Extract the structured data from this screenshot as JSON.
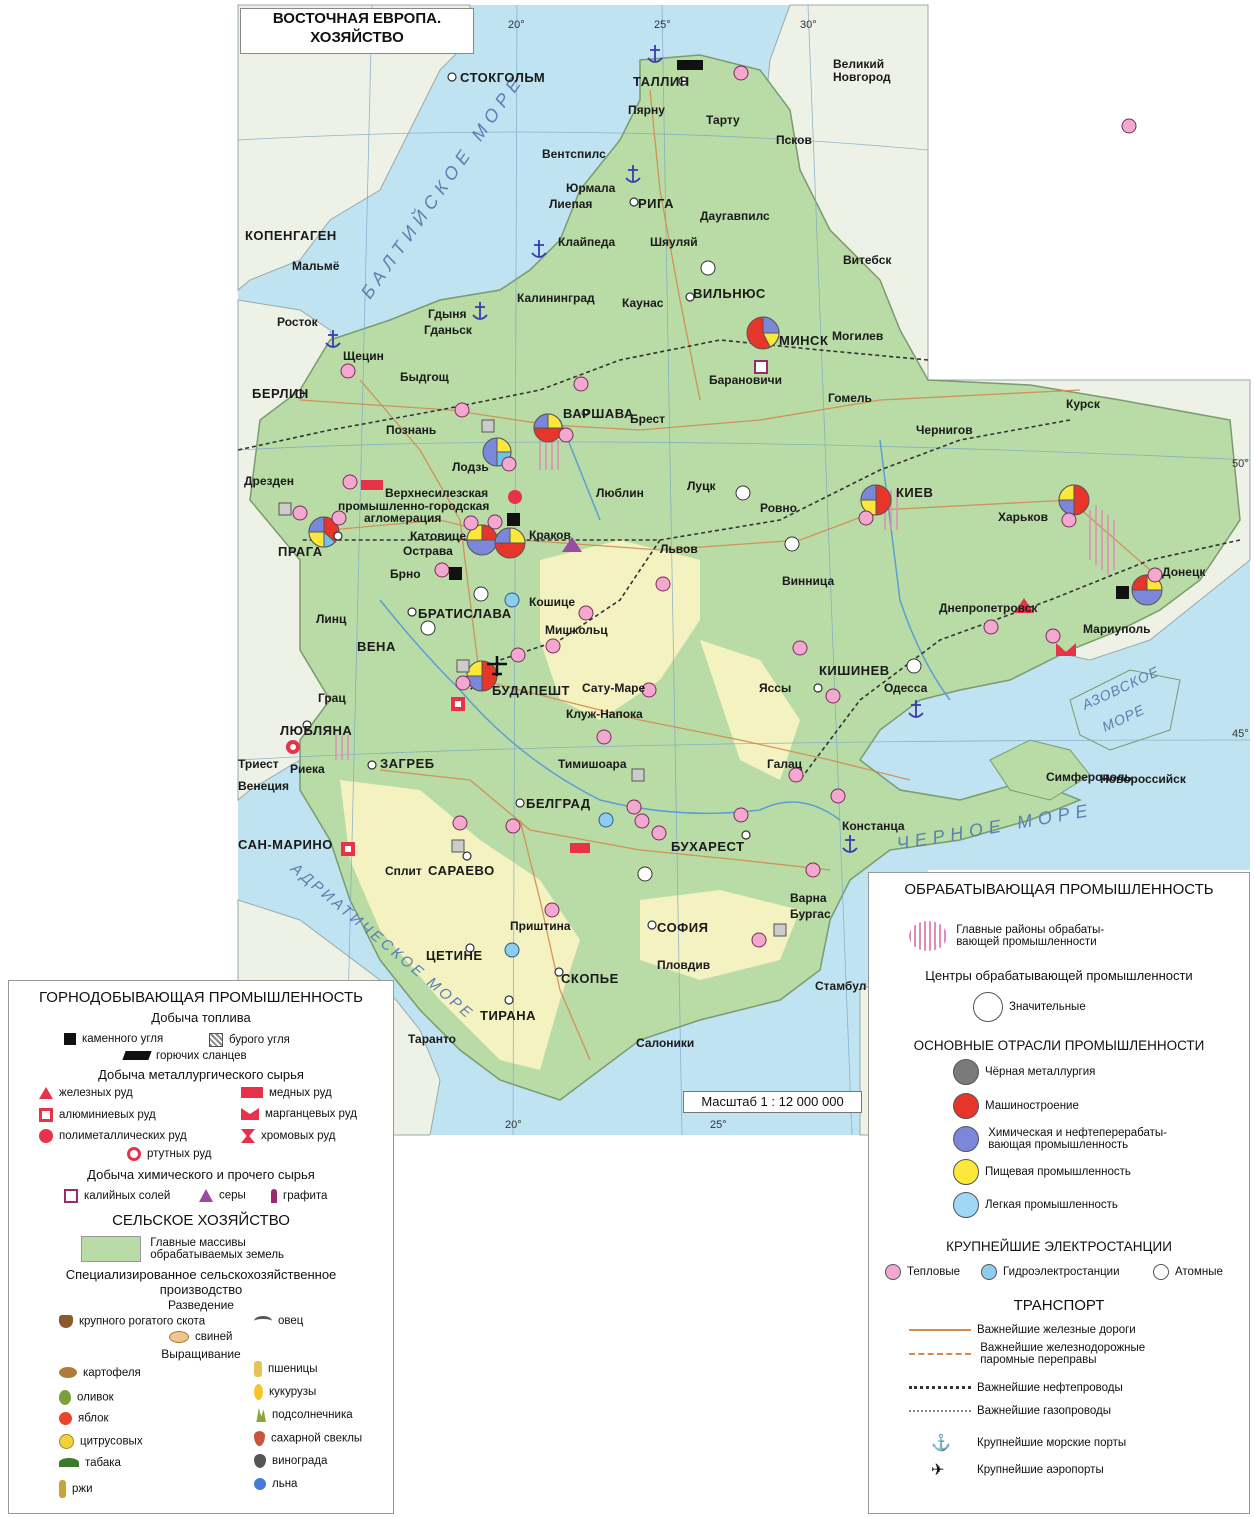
{
  "map": {
    "title_line1": "ВОСТОЧНАЯ ЕВРОПА.",
    "title_line2": "ХОЗЯЙСТВО",
    "scale": "Масштаб 1 : 12 000 000",
    "grid_labels": {
      "lon20_top": "20°",
      "lon25_top": "25°",
      "lon30_top": "30°",
      "lon20_bot": "20°",
      "lon25_bot": "25°",
      "lat50": "50°",
      "lat45": "45°"
    },
    "seas": {
      "baltic": "БАЛТИЙСКОЕ МОРЕ",
      "black": "ЧЕРНОЕ МОРЕ",
      "azov1": "АЗОВСКОЕ",
      "azov2": "МОРЕ",
      "adriatic": "АДРИАТИЧЕСКОЕ МОРЕ"
    },
    "cities": {
      "stockholm": "СТОКГОЛЬМ",
      "tallinn": "ТАЛЛИН",
      "pyarnu": "Пярну",
      "tartu": "Тарту",
      "pskov": "Псков",
      "v_novgorod1": "Великий",
      "v_novgorod2": "Новгород",
      "ventspils": "Вентспилс",
      "yurmala": "Юрмала",
      "liepaya": "Лиепая",
      "riga": "РИГА",
      "daugavpils": "Даугавпилс",
      "kopenhagen": "КОПЕНГАГЕН",
      "malmo": "Мальмё",
      "klaipeda": "Клайпеда",
      "shyaulyay": "Шяуляй",
      "vitebsk": "Витебск",
      "kaliningrad": "Калининград",
      "kaunas": "Каунас",
      "vilnius": "ВИЛЬНЮС",
      "rostok": "Росток",
      "gdynya": "Гдыня",
      "gdansk": "Гданьск",
      "minsk": "МИНСК",
      "mogilev": "Могилев",
      "shchetsin": "Щецин",
      "bydgosch": "Быдгощ",
      "baranovichi": "Барановичи",
      "berlin": "БЕРЛИН",
      "poznan": "Познань",
      "varshava": "ВАРШАВА",
      "brest": "Брест",
      "gomel": "Гомель",
      "kursk": "Курск",
      "chernigov": "Чернигов",
      "lodz": "Лодзь",
      "drezden": "Дрезден",
      "v_silesia1": "Верхнесилезская",
      "v_silesia2": "промышленно-городская",
      "v_silesia3": "агломерация",
      "lyublin": "Люблин",
      "lutsk": "Луцк",
      "kiev": "КИЕВ",
      "kharkov": "Харьков",
      "praga": "ПРАГА",
      "katovice": "Катовице",
      "krakov": "Краков",
      "ostrava": "Острава",
      "lvov": "Львов",
      "rovno": "Ровно",
      "brno": "Брно",
      "vinnica": "Винница",
      "dnepropetrovsk": "Днепропетровск",
      "doneck": "Донецк",
      "linz": "Линц",
      "bratislava": "БРАТИСЛАВА",
      "koshice": "Кошице",
      "mishkolts": "Мишкольц",
      "mariupol": "Мариуполь",
      "vena": "ВЕНА",
      "kishinev": "КИШИНЕВ",
      "budapesht": "БУДАПЕШТ",
      "satu_mare": "Сату-Маре",
      "yassy": "Яссы",
      "odessa": "Одесса",
      "grats": "Грац",
      "klyuzh": "Клуж-Напока",
      "lyublyana": "ЛЮБЛЯНА",
      "trieste": "Триест",
      "rieka": "Риека",
      "zagreb": "ЗАГРЕБ",
      "timishoara": "Тимишоара",
      "galats": "Галац",
      "simferopol": "Симферополь",
      "novorossiysk": "Новороссийск",
      "venetsia": "Венеция",
      "belgrad": "БЕЛГРАД",
      "konstanta": "Констанца",
      "buharest": "БУХАРЕСТ",
      "san_marino": "САН-МАРИНО",
      "split": "Сплит",
      "saraevo": "САРАЕВО",
      "varna": "Варна",
      "burgas": "Бургас",
      "sofiya": "СОФИЯ",
      "prishtina": "Приштина",
      "cetine": "ЦЕТИНЕ",
      "skopye": "СКОПЬЕ",
      "plovdiv": "Пловдив",
      "stambul": "Стамбул",
      "tirana": "ТИРАНА",
      "taranto": "Таранто",
      "saloniki": "Салоники"
    },
    "colors": {
      "sea": "#bfe3f1",
      "land_other": "#eef1e6",
      "agri": "#b9dca7",
      "steppe": "#fbf4c4",
      "pipeline": "#333333",
      "rail": "#d28a4f"
    }
  },
  "legend_left": {
    "title": "ГОРНОДОБЫВАЮЩАЯ ПРОМЫШЛЕННОСТЬ",
    "fuel_title": "Добыча топлива",
    "coal": "каменного угля",
    "brown_coal": "бурого угля",
    "shale": "горючих сланцев",
    "metal_title": "Добыча металлургического сырья",
    "iron": "железных руд",
    "copper": "медных руд",
    "aluminum": "алюминиевых руд",
    "manganese": "марганцевых руд",
    "polymetal": "полиметаллических руд",
    "chrome": "хромовых руд",
    "mercury": "ртутных руд",
    "chem_title": "Добыча химического и прочего сырья",
    "potash": "калийных солей",
    "sulfur": "серы",
    "graphite": "графита",
    "agri_title": "СЕЛЬСКОЕ ХОЗЯЙСТВО",
    "agri_land1": "Главные массивы",
    "agri_land2": "обрабатываемых земель",
    "spec_title1": "Специализированное сельскохозяйственное",
    "spec_title2": "производство",
    "breeding": "Разведение",
    "cattle": "крупного рогатого скота",
    "sheep": "овец",
    "pigs": "свиней",
    "growing": "Выращивание",
    "crops_left": [
      "картофеля",
      "оливок",
      "яблок",
      "цитрусовых",
      "табака",
      "ржи"
    ],
    "crops_right": [
      "пшеницы",
      "кукурузы",
      "подсолнечника",
      "сахарной свеклы",
      "винограда",
      "льна"
    ]
  },
  "legend_right": {
    "title": "ОБРАБАТЫВАЮЩАЯ ПРОМЫШЛЕННОСТЬ",
    "regions1": "Главные районы обрабаты-",
    "regions2": "вающей промышленности",
    "centers_title": "Центры обрабатывающей промышленности",
    "significant": "Значительные",
    "branches_title": "ОСНОВНЫЕ ОТРАСЛИ ПРОМЫШЛЕННОСТИ",
    "ferrous": "Чёрная металлургия",
    "machine": "Машиностроение",
    "chem1": "Химическая и нефтеперерабаты-",
    "chem2": "вающая промышленность",
    "food": "Пищевая промышленность",
    "light": "Легкая промышленность",
    "power_title": "КРУПНЕЙШИЕ ЭЛЕКТРОСТАНЦИИ",
    "thermal": "Тепловые",
    "hydro": "Гидроэлектростанции",
    "nuclear": "Атомные",
    "transport_title": "ТРАНСПОРТ",
    "rail": "Важнейшие железные дороги",
    "ferry1": "Важнейшие железнодорожные",
    "ferry2": "паромные переправы",
    "oil": "Важнейшие нефтепроводы",
    "gas": "Важнейшие газопроводы",
    "ports": "Крупнейшие морские порты",
    "airports": "Крупнейшие аэропорты"
  }
}
